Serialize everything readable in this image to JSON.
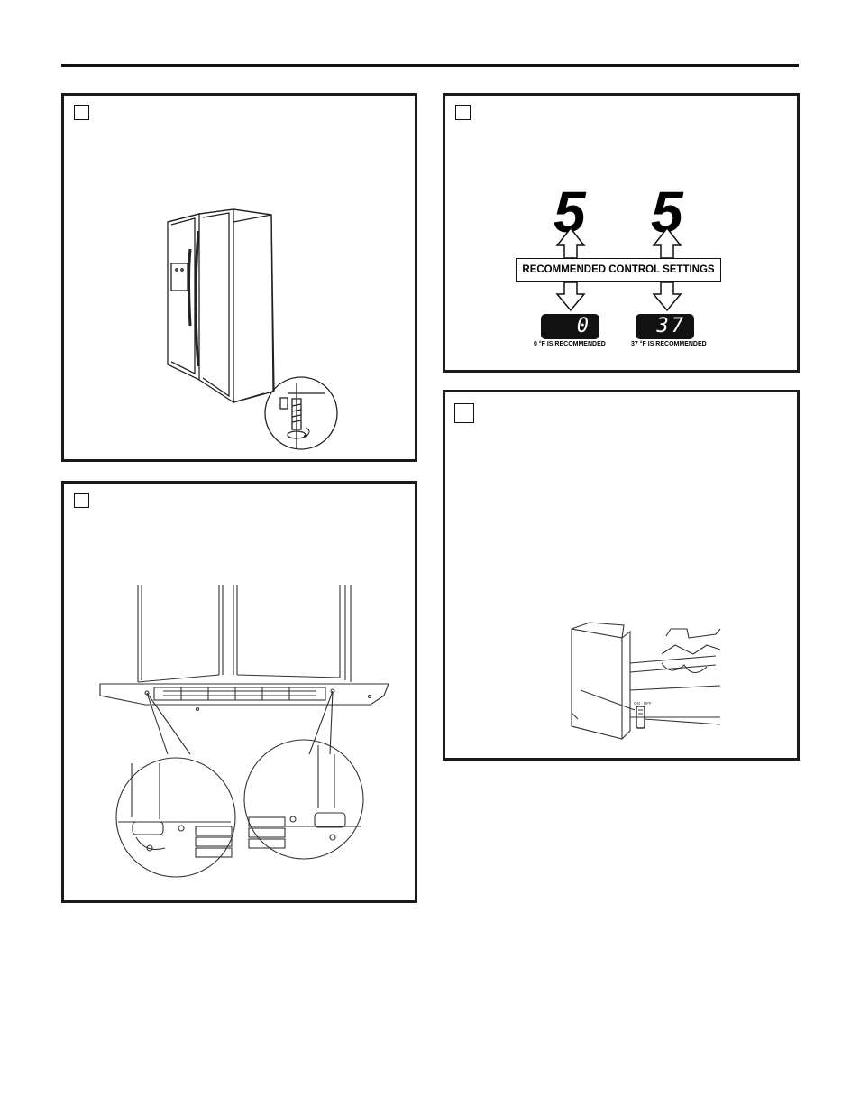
{
  "controls": {
    "freezer_digit": "5",
    "fresh_food_digit": "5",
    "banner": "RECOMMENDED CONTROL SETTINGS",
    "freezer_display": "0",
    "fresh_food_display": "37",
    "freezer_caption": "0 °F IS RECOMMENDED",
    "fresh_food_caption": "37 °F IS RECOMMENDED"
  },
  "icemaker": {
    "switch_label": "ON · OFF"
  },
  "icons": [
    "step-checkbox-icon",
    "up-arrow-icon",
    "down-arrow-icon"
  ],
  "colors": {
    "ink": "#111111",
    "paper": "#ffffff",
    "display": "#111111"
  }
}
